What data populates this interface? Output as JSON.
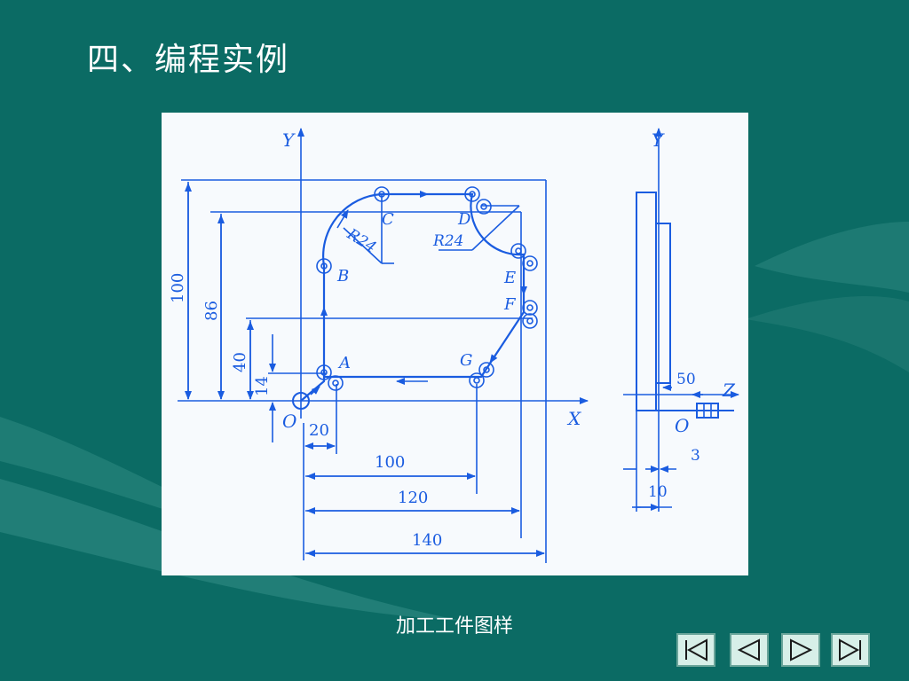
{
  "slide": {
    "title": "四、编程实例",
    "caption": "加工工件图样"
  },
  "colors": {
    "background": "#0b6b64",
    "drawing_line": "#1a5ce0",
    "paper": "#f7fafd",
    "nav_button": "#d7efe8"
  },
  "drawing": {
    "axes": {
      "y_main": "Y",
      "x_main": "X",
      "y_side": "Y",
      "z_side": "Z",
      "origin_main": "O",
      "origin_side": "O"
    },
    "points": {
      "A": "A",
      "B": "B",
      "C": "C",
      "D": "D",
      "E": "E",
      "F": "F",
      "G": "G"
    },
    "radii": {
      "left_arc": "R24",
      "right_arc": "R24"
    },
    "dimensions": {
      "d100_vertical": "100",
      "d86": "86",
      "d40": "40",
      "d14": "14",
      "d20": "20",
      "d100_horizontal": "100",
      "d120": "120",
      "d140": "140",
      "d50": "50",
      "d3": "3",
      "d10": "10"
    }
  },
  "navigation": [
    {
      "name": "first-slide-button",
      "icon": "first-icon"
    },
    {
      "name": "previous-slide-button",
      "icon": "previous-icon"
    },
    {
      "name": "next-slide-button",
      "icon": "next-icon"
    },
    {
      "name": "last-slide-button",
      "icon": "last-icon"
    }
  ]
}
